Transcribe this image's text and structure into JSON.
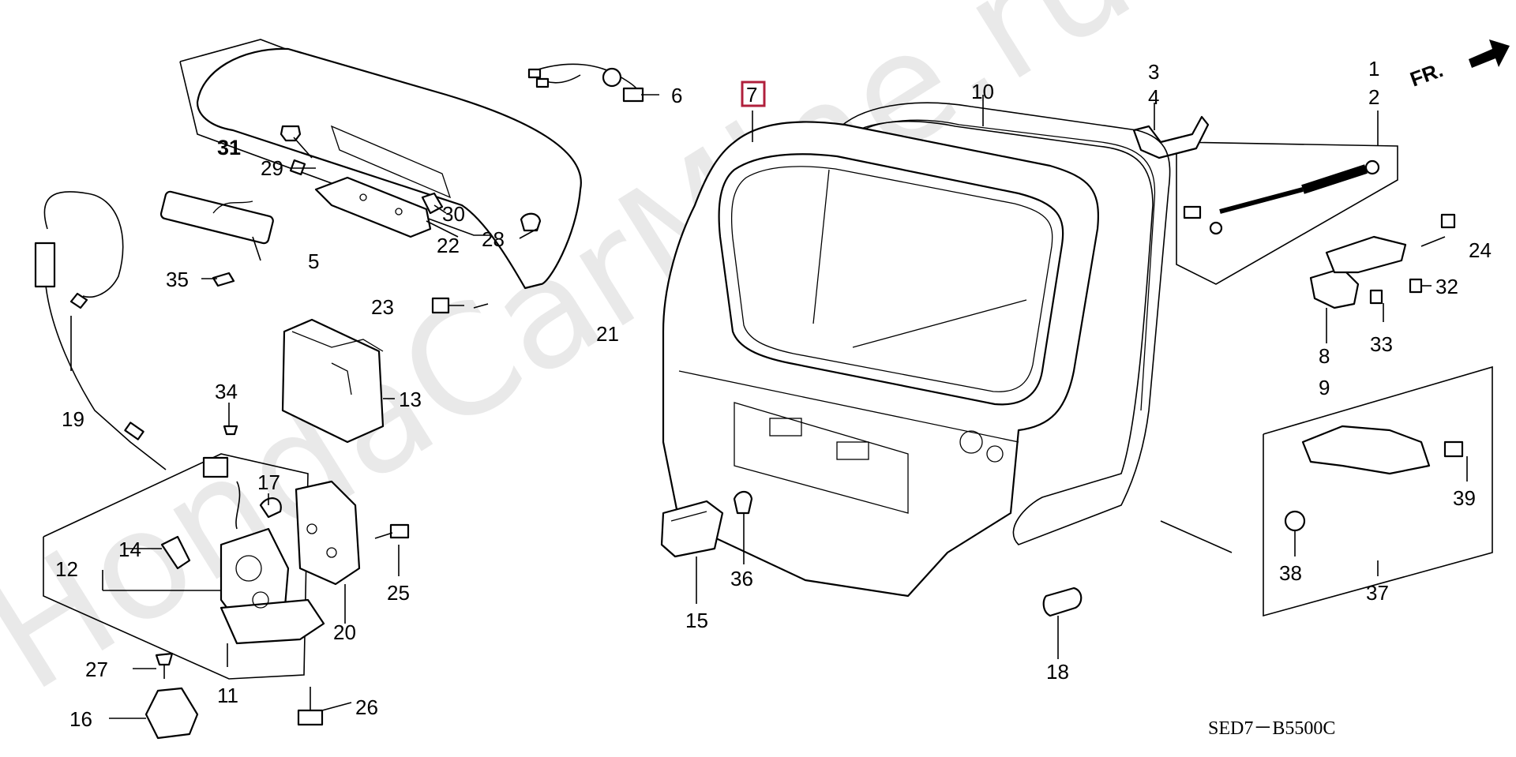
{
  "watermark": "HondaCarMine.ru",
  "direction_label": "FR.",
  "diagram_code": "SED7－B5500C",
  "callouts": {
    "p1": "1",
    "p2": "2",
    "p3": "3",
    "p4": "4",
    "p5": "5",
    "p6": "6",
    "p7": "7",
    "p8": "8",
    "p9": "9",
    "p10": "10",
    "p11": "11",
    "p12": "12",
    "p13": "13",
    "p14": "14",
    "p15": "15",
    "p16": "16",
    "p17": "17",
    "p18": "18",
    "p19": "19",
    "p20": "20",
    "p21": "21",
    "p22": "22",
    "p23": "23",
    "p24": "24",
    "p25": "25",
    "p26": "26",
    "p27": "27",
    "p28": "28",
    "p29": "29",
    "p30": "30",
    "p31": "31",
    "p32": "32",
    "p33": "33",
    "p34": "34",
    "p35": "35",
    "p36": "36",
    "p37": "37",
    "p38": "38",
    "p39": "39"
  },
  "highlight_color": "#b0203c"
}
